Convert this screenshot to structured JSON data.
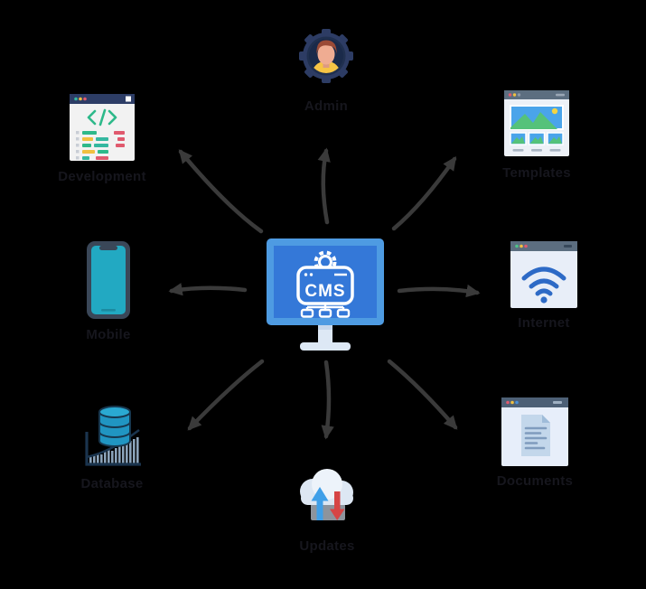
{
  "diagram": {
    "background_color": "#000000",
    "arrow_color": "#3a3a3a",
    "label_color": "#16161d",
    "center": {
      "label": "CMS",
      "monitor_frame_color": "#4e9be2",
      "screen_color": "#3478d8"
    },
    "nodes": [
      {
        "id": "admin",
        "label": "Admin",
        "icon": "admin-user-gear-icon",
        "position": "top"
      },
      {
        "id": "development",
        "label": "Development",
        "icon": "code-window-icon",
        "position": "top-left"
      },
      {
        "id": "templates",
        "label": "Templates",
        "icon": "image-gallery-window-icon",
        "position": "top-right"
      },
      {
        "id": "mobile",
        "label": "Mobile",
        "icon": "smartphone-icon",
        "position": "left"
      },
      {
        "id": "internet",
        "label": "Internet",
        "icon": "wifi-window-icon",
        "position": "right"
      },
      {
        "id": "database",
        "label": "Database",
        "icon": "database-chart-icon",
        "position": "bottom-left"
      },
      {
        "id": "documents",
        "label": "Documents",
        "icon": "document-window-icon",
        "position": "bottom-right"
      },
      {
        "id": "updates",
        "label": "Updates",
        "icon": "cloud-sync-icon",
        "position": "bottom"
      }
    ]
  }
}
